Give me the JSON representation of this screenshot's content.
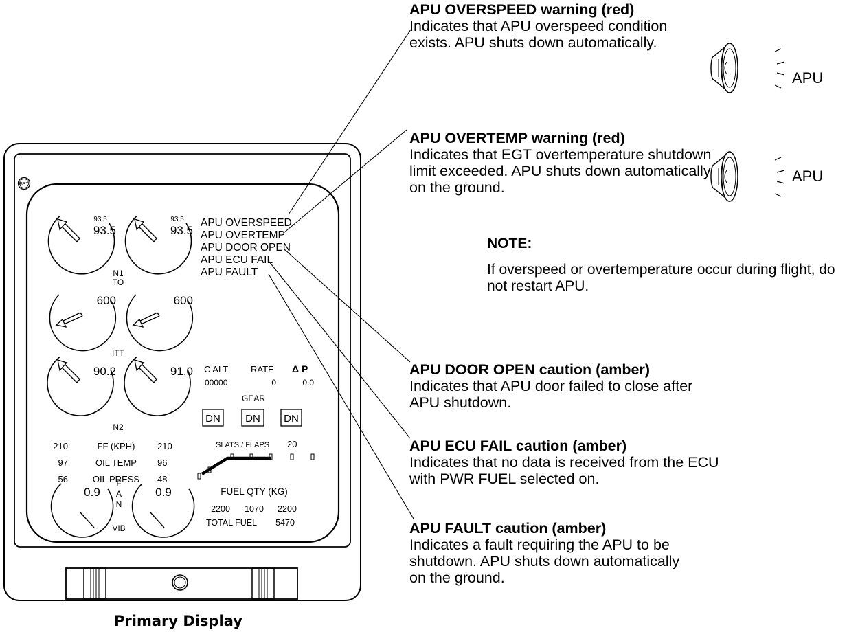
{
  "display": {
    "caption": "Primary Display",
    "brt_label": "BRT",
    "n1": {
      "left_small": "93.5",
      "left_value": "93.5",
      "right_small": "93.5",
      "right_value": "93.5",
      "label": "N1",
      "mode": "TO"
    },
    "itt": {
      "left_value": "600",
      "right_value": "600",
      "label": "ITT"
    },
    "n2": {
      "left_value": "90.2",
      "right_value": "91.0",
      "label": "N2"
    },
    "engine_rows": [
      {
        "left": "210",
        "label": "FF (KPH)",
        "right": "210"
      },
      {
        "left": "97",
        "label": "OIL TEMP",
        "right": "96"
      },
      {
        "left": "56",
        "label": "OIL PRESS",
        "right": "48"
      }
    ],
    "vib": {
      "left_value": "0.9",
      "right_value": "0.9",
      "fan_label": "F A N",
      "label": "VIB"
    },
    "messages": [
      "APU OVERSPEED",
      "APU OVERTEMP",
      "APU DOOR OPEN",
      "APU ECU FAIL",
      "APU FAULT"
    ],
    "cabin": {
      "c_alt_label": "C  ALT",
      "rate_label": "RATE",
      "dp_label": "Δ P",
      "c_alt_value": "00000",
      "rate_value": "0",
      "dp_value": "0.0"
    },
    "gear": {
      "label": "GEAR",
      "left": "DN",
      "nose": "DN",
      "right": "DN"
    },
    "slats_flaps": {
      "label": "SLATS / FLAPS",
      "value": "20"
    },
    "fuel": {
      "label": "FUEL QTY (KG)",
      "left": "2200",
      "center": "1070",
      "right": "2200",
      "total_label": "TOTAL FUEL",
      "total_value": "5470"
    }
  },
  "annotations": {
    "overspeed": {
      "title": "APU OVERSPEED warning (red)",
      "body": "Indicates that APU overspeed condition exists.  APU shuts down automatically.",
      "aural_label": "APU",
      "color": "#d40000"
    },
    "overtemp": {
      "title": "APU OVERTEMP warning (red)",
      "body": "Indicates that EGT overtemperature shutdown limit exceeded.  APU shuts down automatically on the ground.",
      "aural_label": "APU",
      "color": "#d40000"
    },
    "note": {
      "title": "NOTE:",
      "body": "If overspeed or overtemperature occur during flight, do not restart APU."
    },
    "door_open": {
      "title": "APU DOOR OPEN caution (amber)",
      "body": "Indicates that APU door failed to close after APU shutdown.",
      "color": "#ffb000"
    },
    "ecu_fail": {
      "title": "APU ECU FAIL caution (amber)",
      "body": "Indicates that no data is received from the ECU with PWR FUEL selected on.",
      "color": "#ffb000"
    },
    "fault": {
      "title": "APU FAULT caution (amber)",
      "body": "Indicates a fault requiring the APU to be shutdown.  APU shuts down automatically on the ground.",
      "color": "#ffb000"
    }
  }
}
